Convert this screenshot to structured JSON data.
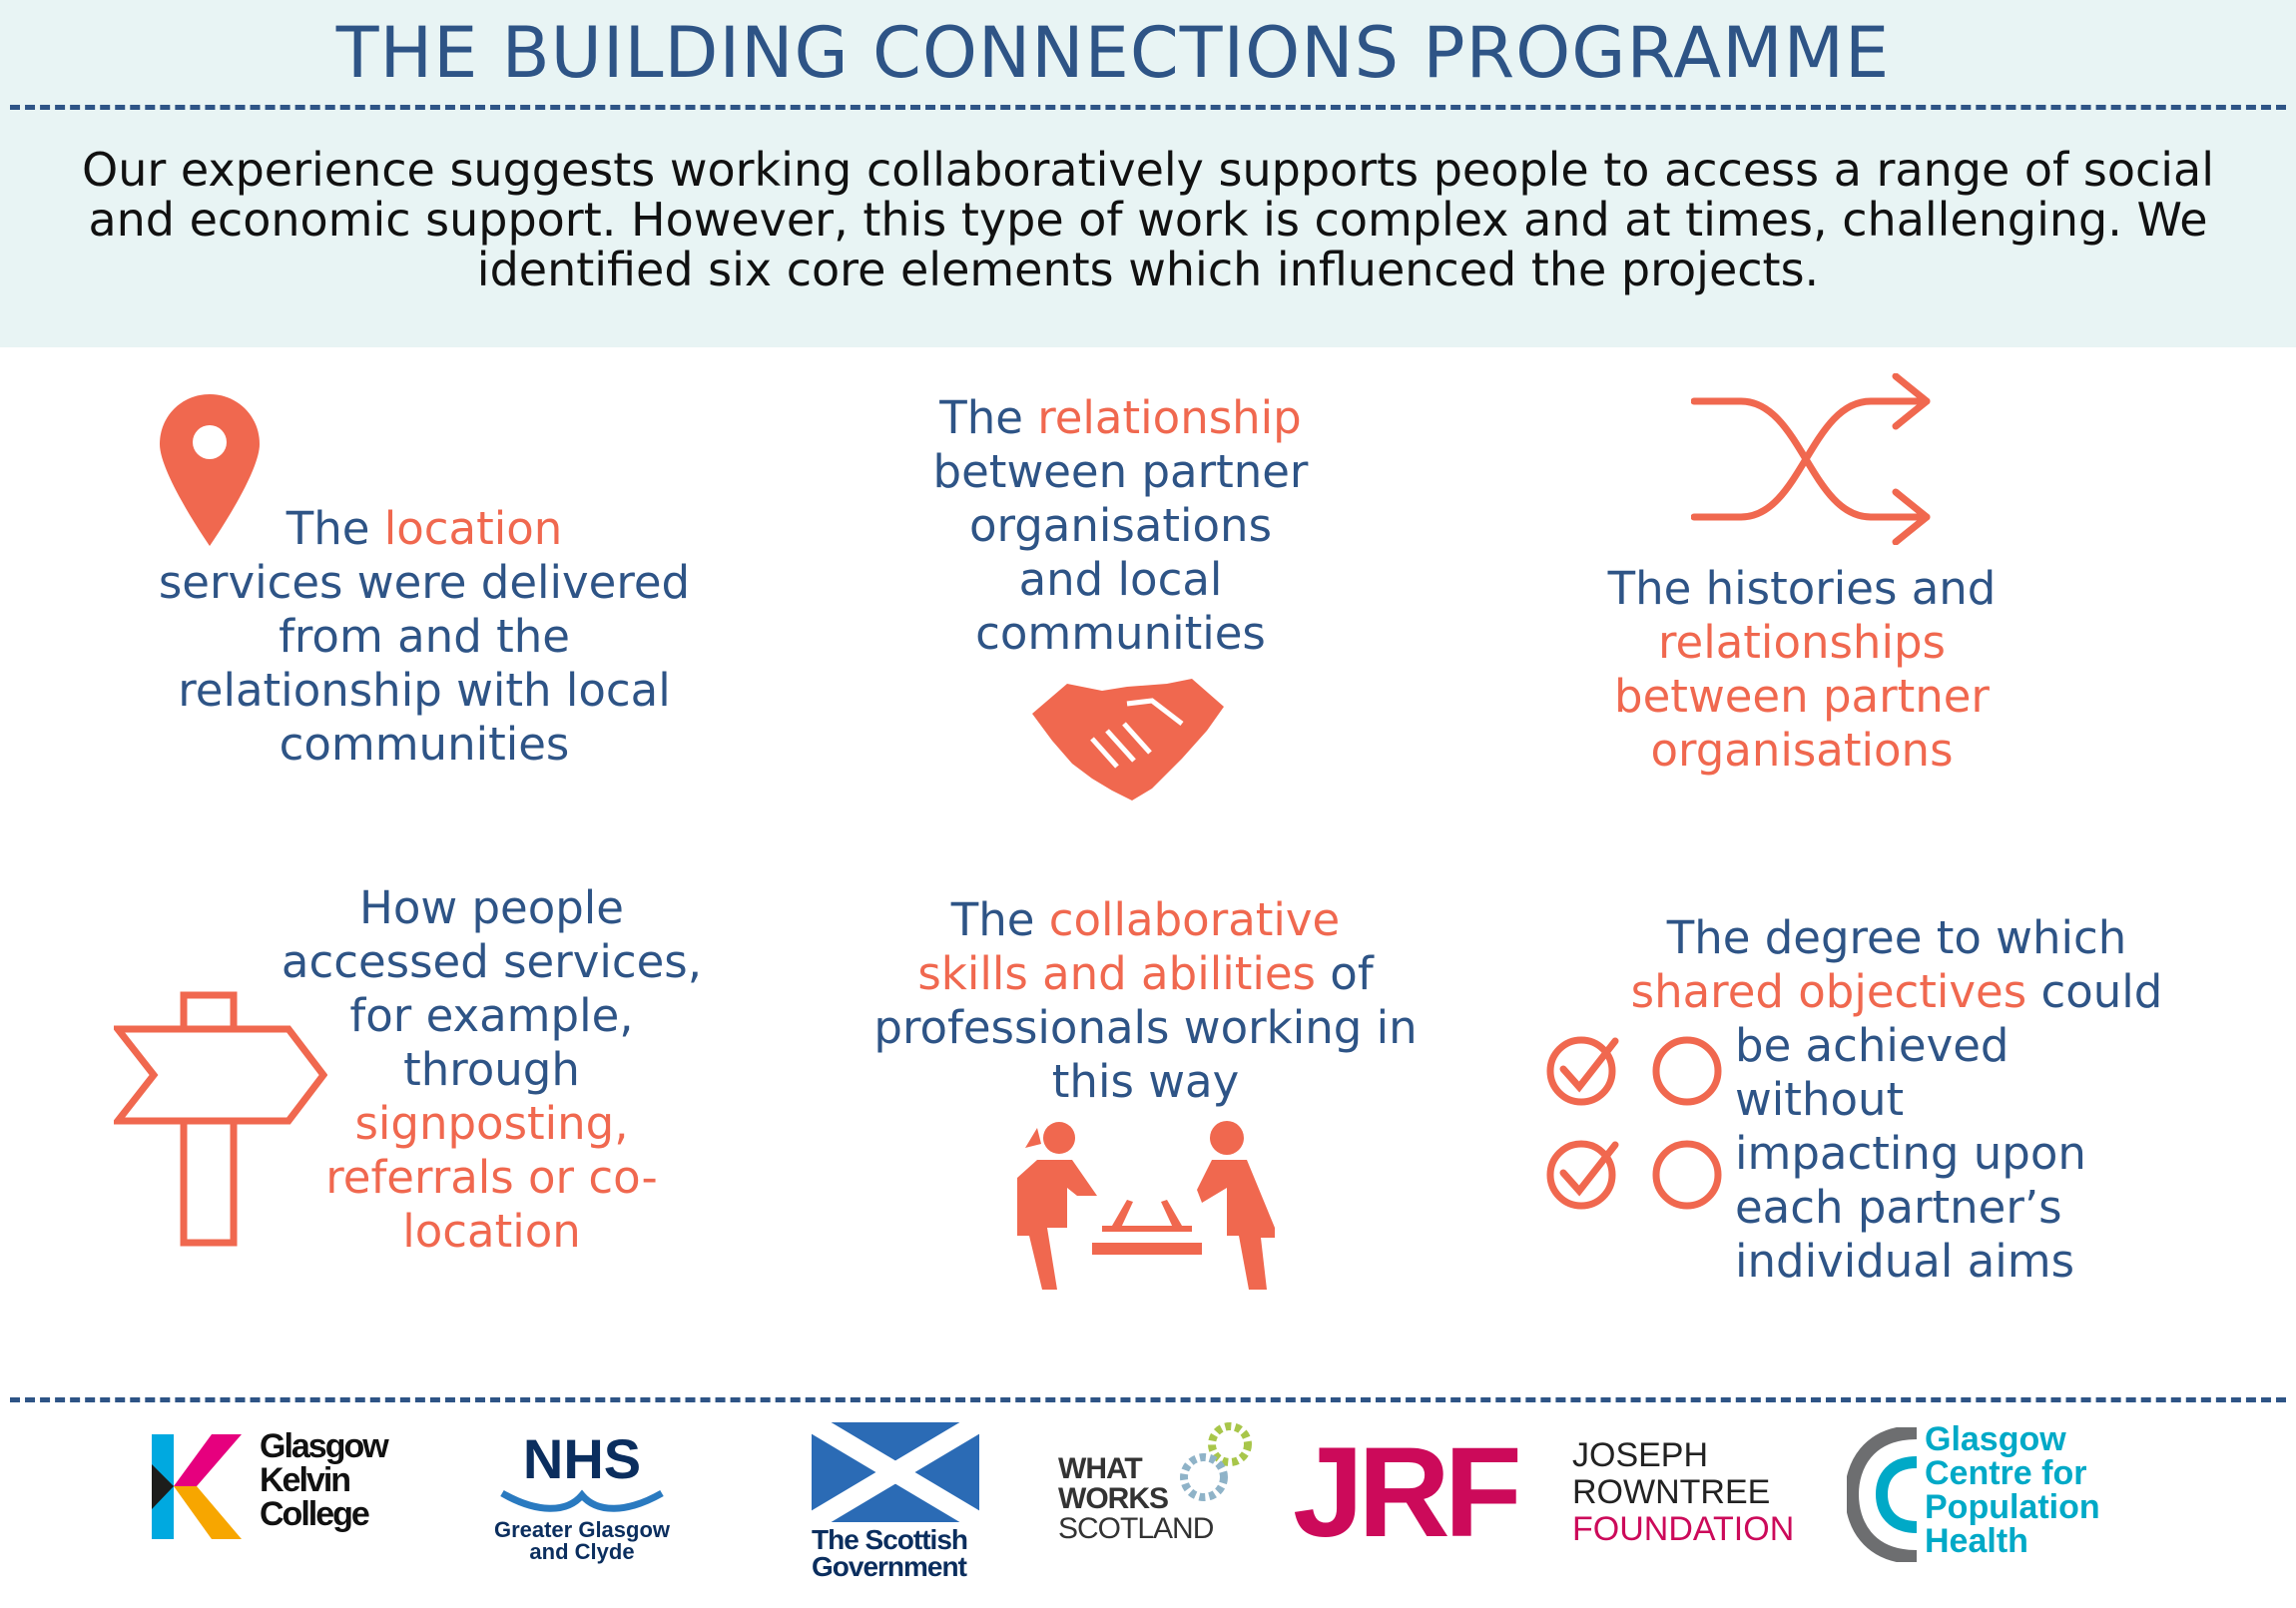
{
  "header": {
    "title": "THE BUILDING CONNECTIONS PROGRAMME",
    "intro": "Our experience suggests working collaboratively supports people to access a range of social and economic support. However, this type of work is complex and at times, challenging.  We identified six core elements which influenced the projects."
  },
  "colors": {
    "blue": "#2e5486",
    "orange": "#f0684f",
    "header_bg": "#e8f4f4"
  },
  "elements": [
    {
      "icon": "location-pin-icon",
      "lines": [
        [
          {
            "t": "The "
          },
          {
            "t": "location",
            "hl": true
          }
        ],
        [
          {
            "t": "services were delivered"
          }
        ],
        [
          {
            "t": "from and the"
          }
        ],
        [
          {
            "t": "relationship with local"
          }
        ],
        [
          {
            "t": "communities"
          }
        ]
      ]
    },
    {
      "icon": "handshake-icon",
      "lines": [
        [
          {
            "t": "The "
          },
          {
            "t": "relationship",
            "hl": true
          }
        ],
        [
          {
            "t": "between partner"
          }
        ],
        [
          {
            "t": "organisations"
          }
        ],
        [
          {
            "t": "and local"
          }
        ],
        [
          {
            "t": "communities"
          }
        ]
      ]
    },
    {
      "icon": "shuffle-arrows-icon",
      "lines": [
        [
          {
            "t": "The histories and"
          }
        ],
        [
          {
            "t": "relationships",
            "hl": true
          }
        ],
        [
          {
            "t": "between partner",
            "hl": true
          }
        ],
        [
          {
            "t": "organisations",
            "hl": true
          }
        ]
      ]
    },
    {
      "icon": "signpost-icon",
      "lines": [
        [
          {
            "t": "How people"
          }
        ],
        [
          {
            "t": "accessed services,"
          }
        ],
        [
          {
            "t": "for example,"
          }
        ],
        [
          {
            "t": "through"
          }
        ],
        [
          {
            "t": "signposting,",
            "hl": true
          }
        ],
        [
          {
            "t": "referrals or co-",
            "hl": true
          }
        ],
        [
          {
            "t": "location",
            "hl": true
          }
        ]
      ]
    },
    {
      "icon": "people-collaborating-icon",
      "lines": [
        [
          {
            "t": "The "
          },
          {
            "t": "collaborative",
            "hl": true
          }
        ],
        [
          {
            "t": "skills and abilities",
            "hl": true
          },
          {
            "t": " of"
          }
        ],
        [
          {
            "t": "professionals working in"
          }
        ],
        [
          {
            "t": "this way"
          }
        ]
      ]
    },
    {
      "icon": "checklist-icon",
      "lines": [
        [
          {
            "t": "The degree to which"
          }
        ],
        [
          {
            "t": "shared objectives",
            "hl": true
          },
          {
            "t": " could"
          }
        ]
      ],
      "lines_b": [
        [
          {
            "t": "be achieved"
          }
        ],
        [
          {
            "t": "without"
          }
        ],
        [
          {
            "t": "impacting upon"
          }
        ],
        [
          {
            "t": "each partner’s"
          }
        ],
        [
          {
            "t": "individual aims"
          }
        ]
      ]
    }
  ],
  "logos": {
    "gkc": [
      "Glasgow",
      "Kelvin",
      "College"
    ],
    "nhs": {
      "main": "NHS",
      "sub1": "Greater Glasgow",
      "sub2": "and Clyde"
    },
    "scotgov": [
      "The Scottish",
      "Government"
    ],
    "wws": [
      "WHAT",
      "WORKS",
      "SCOTLAND"
    ],
    "jrf": {
      "mark": "JRF",
      "l1": "JOSEPH",
      "l2": "ROWNTREE",
      "l3": "FOUNDATION"
    },
    "gcph": [
      "Glasgow",
      "Centre for",
      "Population",
      "Health"
    ]
  }
}
